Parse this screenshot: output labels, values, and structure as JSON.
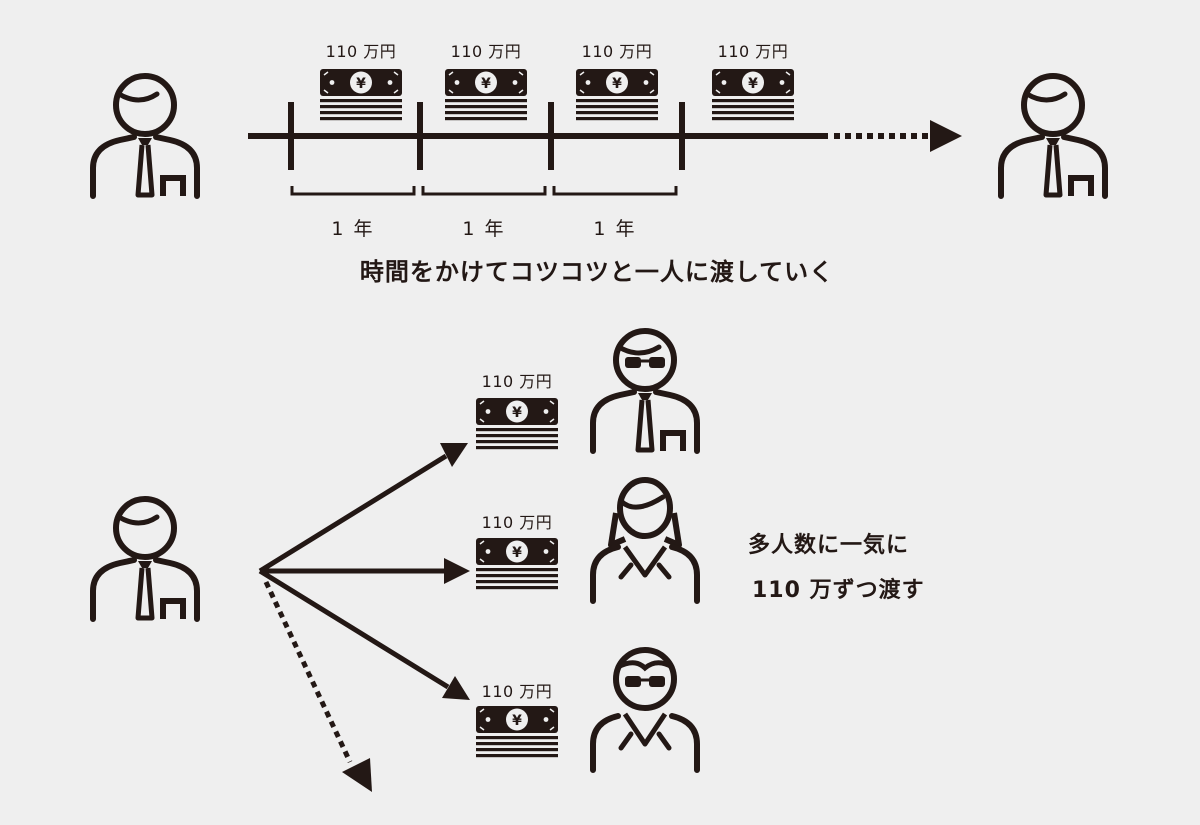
{
  "top": {
    "amounts": [
      "110 万円",
      "110 万円",
      "110 万円",
      "110 万円"
    ],
    "year_labels": [
      "1 年",
      "1 年",
      "1 年"
    ],
    "caption": "時間をかけてコツコツと一人に渡していく"
  },
  "bottom": {
    "amounts": [
      "110 万円",
      "110 万円",
      "110 万円"
    ],
    "caption_lines": [
      "多人数に一気に",
      "110 万ずつ渡す"
    ]
  },
  "colors": {
    "ink": "#231815",
    "background": "#efefef"
  },
  "icons": [
    "person-icon",
    "money-stack-icon",
    "arrow-icon",
    "yen-icon"
  ]
}
